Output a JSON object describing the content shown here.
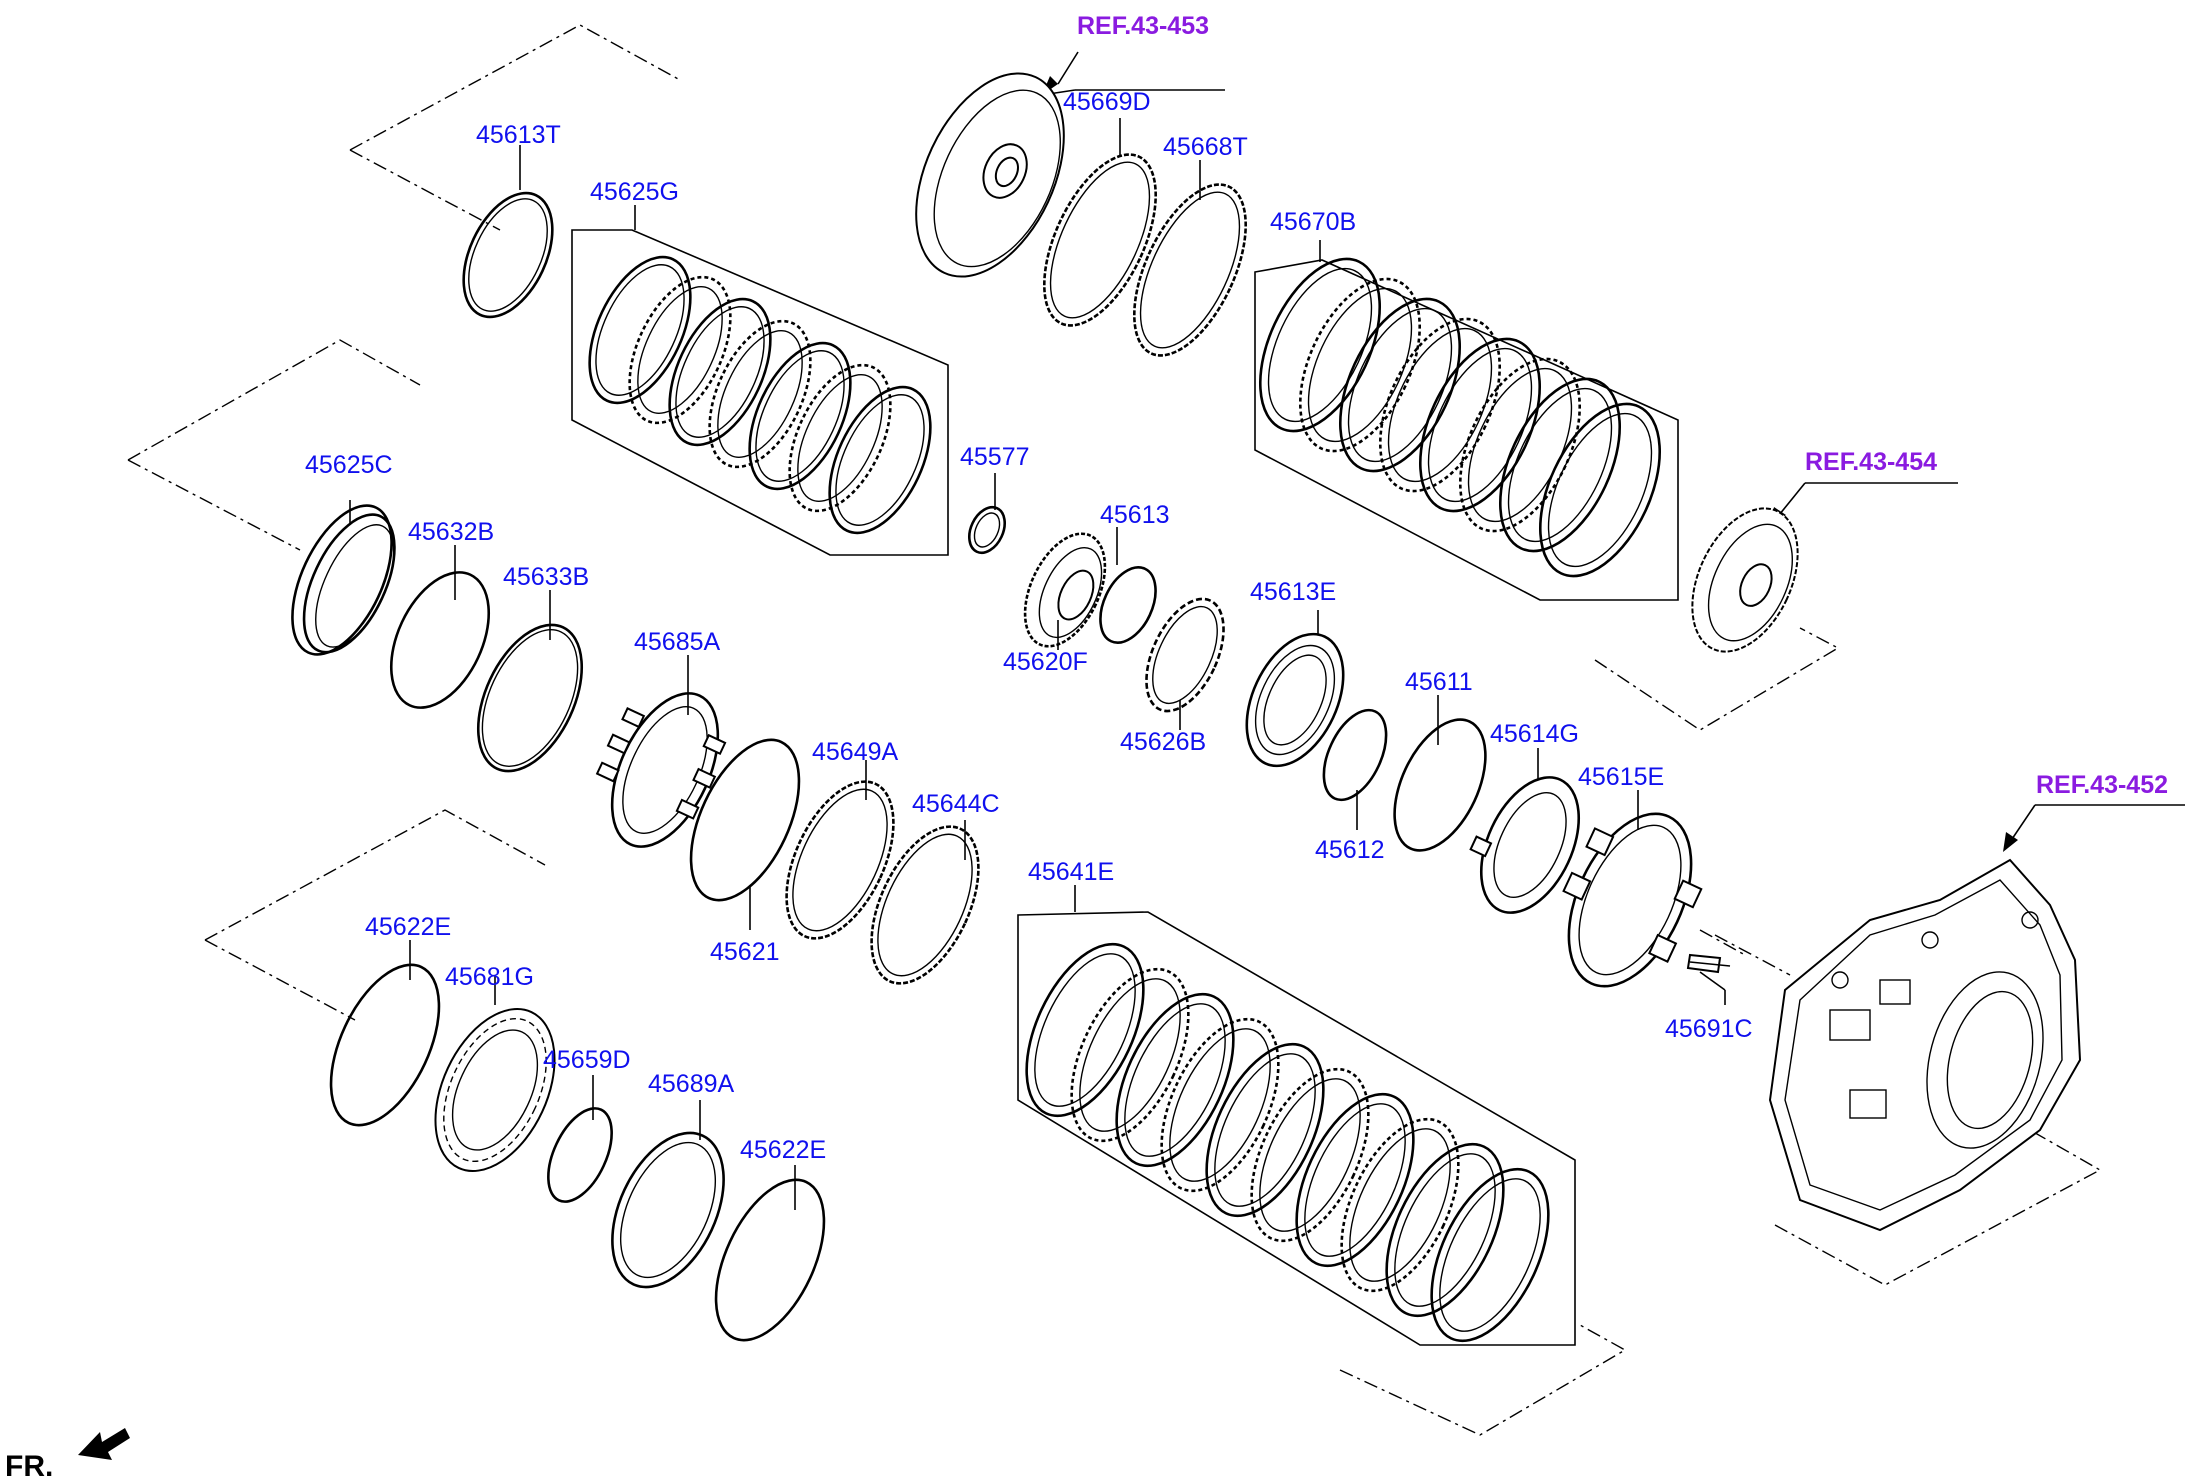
{
  "labels": {
    "p45613T": "45613T",
    "p45625G": "45625G",
    "p45625C": "45625C",
    "p45632B": "45632B",
    "p45633B": "45633B",
    "p45685A": "45685A",
    "p45577": "45577",
    "p45613": "45613",
    "p45620F": "45620F",
    "p45626B": "45626B",
    "p45613E": "45613E",
    "p45649A": "45649A",
    "p45644C": "45644C",
    "p45621": "45621",
    "p45669D": "45669D",
    "p45668T": "45668T",
    "p45670B": "45670B",
    "p45611": "45611",
    "p45612": "45612",
    "p45614G": "45614G",
    "p45615E": "45615E",
    "p45641E": "45641E",
    "p45622E_a": "45622E",
    "p45681G": "45681G",
    "p45659D": "45659D",
    "p45689A": "45689A",
    "p45622E_b": "45622E",
    "p45691C": "45691C"
  },
  "refs": {
    "r453": "REF.43-453",
    "r454": "REF.43-454",
    "r452": "REF.43-452"
  },
  "direction": {
    "label": "FR."
  },
  "colors": {
    "part_label": "#1010ee",
    "reference_label": "#8a1be0",
    "line": "#000000"
  }
}
